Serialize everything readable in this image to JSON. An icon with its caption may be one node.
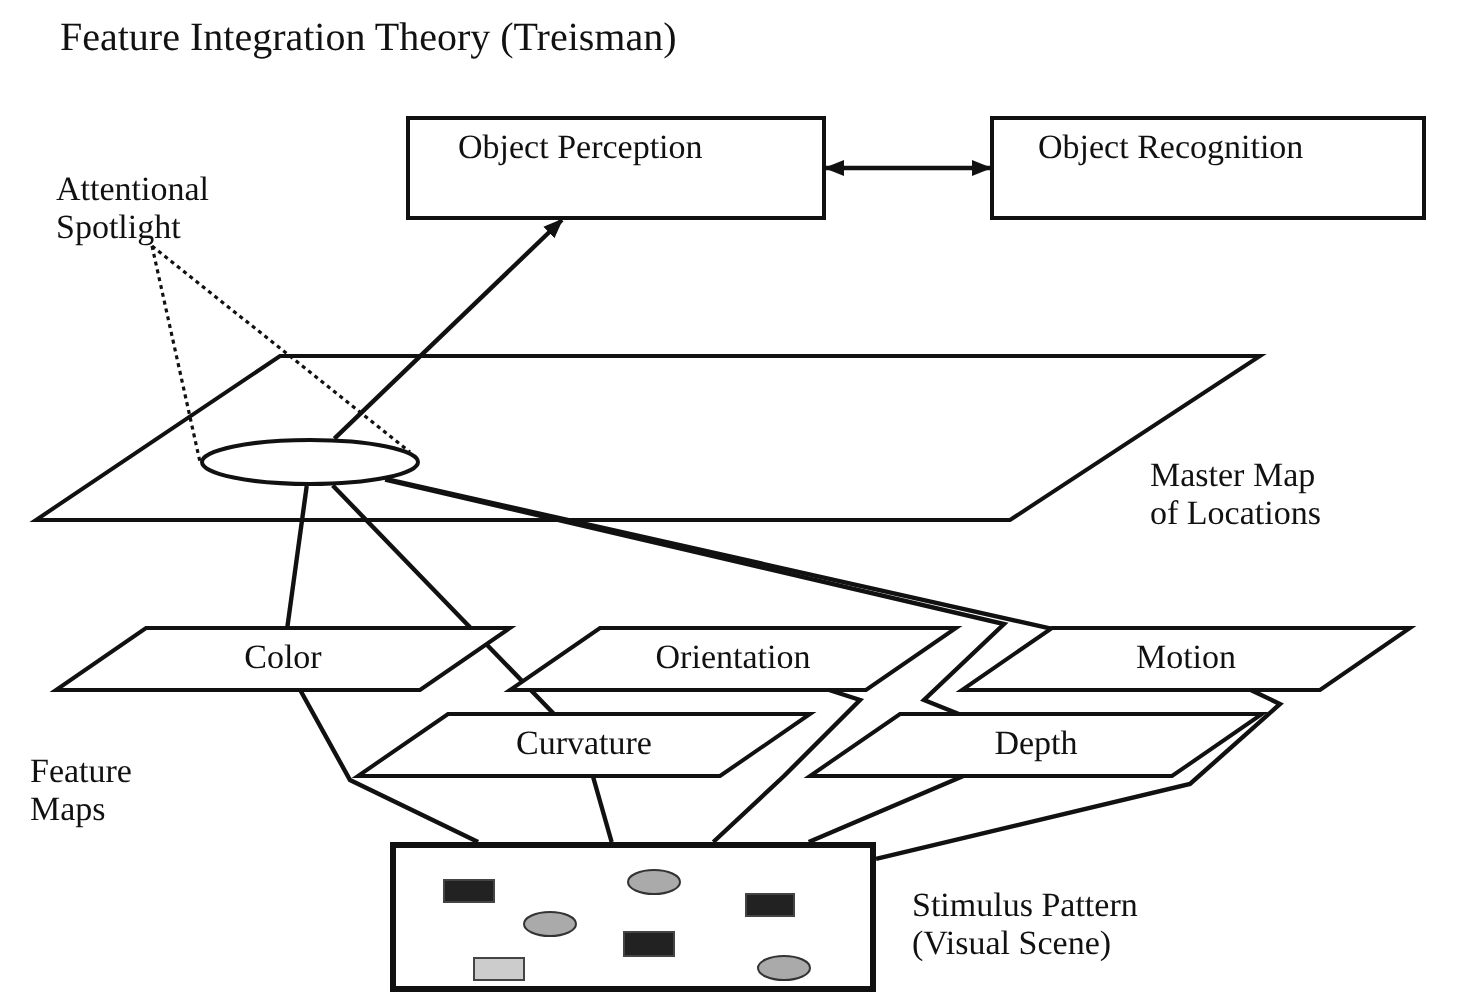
{
  "diagram": {
    "title": "Feature Integration Theory (Treisman)",
    "nodes": [
      {
        "text": [
          "Object Perception"
        ]
      },
      {
        "text": [
          "Object Recognition"
        ]
      },
      {
        "text": [
          "Attentional Spotlight"
        ]
      },
      {
        "text": [
          "Master Map of Locations"
        ]
      },
      {
        "text": [],
        "shape": "circle",
        "in": 3
      },
      {
        "text": [
          "Color"
        ]
      },
      {
        "text": [
          "Orientation"
        ]
      },
      {
        "text": [
          "Motion"
        ]
      },
      {
        "text": [
          "Curvature"
        ]
      },
      {
        "text": [
          "Depth"
        ]
      },
      {
        "text": [
          "Stimulus Pattern (Visual Scene)"
        ]
      }
    ],
    "edges": [
      {
        "from": 2,
        "to": 4,
        "arrow": "none",
        "style": "dashed"
      },
      {
        "from": 2,
        "to": 4,
        "arrow": "none",
        "style": "dashed"
      },
      {
        "from": 4,
        "to": 0,
        "arrow": "to"
      },
      {
        "from": 0,
        "to": 1,
        "arrow": "both"
      },
      {
        "from": 4,
        "to": 5,
        "arrow": "none"
      },
      {
        "from": 4,
        "to": 8,
        "arrow": "none"
      },
      {
        "from": 4,
        "to": 9,
        "arrow": "none"
      },
      {
        "from": 4,
        "to": 7,
        "arrow": "none"
      },
      {
        "from": 5,
        "to": 10,
        "arrow": "none"
      },
      {
        "from": 8,
        "to": 10,
        "arrow": "none"
      },
      {
        "from": 6,
        "to": 10,
        "arrow": "none"
      },
      {
        "from": 9,
        "to": 10,
        "arrow": "none"
      },
      {
        "from": 7,
        "to": 10,
        "arrow": "none"
      }
    ],
    "labels": [
      "Feature Maps"
    ]
  }
}
